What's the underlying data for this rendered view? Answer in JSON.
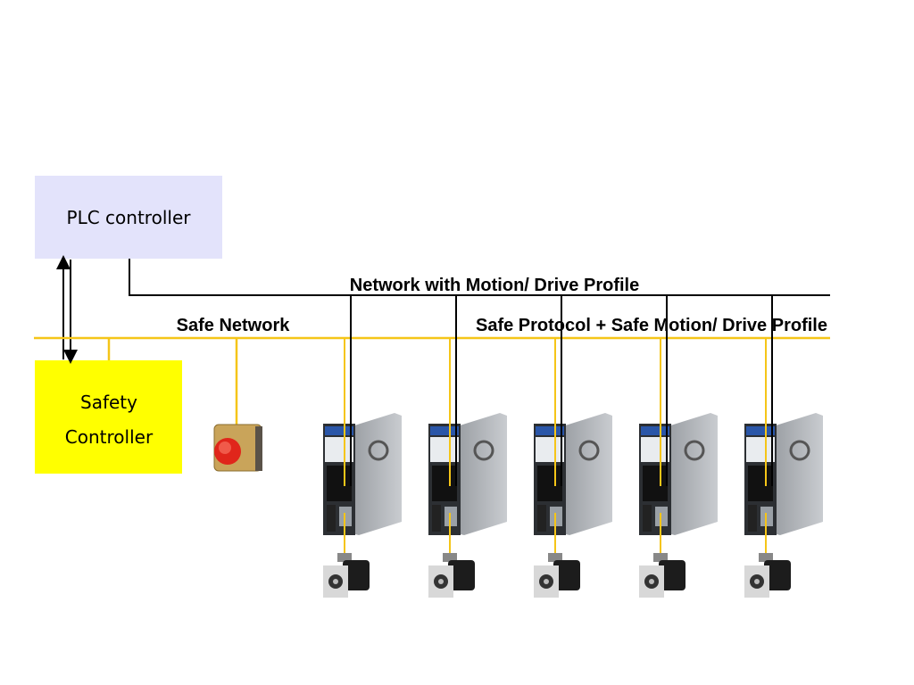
{
  "plc": {
    "label": "PLC controller",
    "color": "#e3e3fb"
  },
  "safety_controller": {
    "line1": "Safety",
    "line2": "Controller",
    "color": "#ffff00"
  },
  "networks": {
    "motion_label": "Network with Motion/ Drive Profile",
    "safe_label": "Safe Network",
    "safe_protocol_label": "Safe Protocol + Safe Motion/ Drive Profile",
    "motion_color": "#000000",
    "safe_color": "#f5c518"
  },
  "devices": {
    "emergency_stop": "emergency-stop-button",
    "drive_icon": "servo-drive",
    "motor_icon": "servo-motor"
  }
}
